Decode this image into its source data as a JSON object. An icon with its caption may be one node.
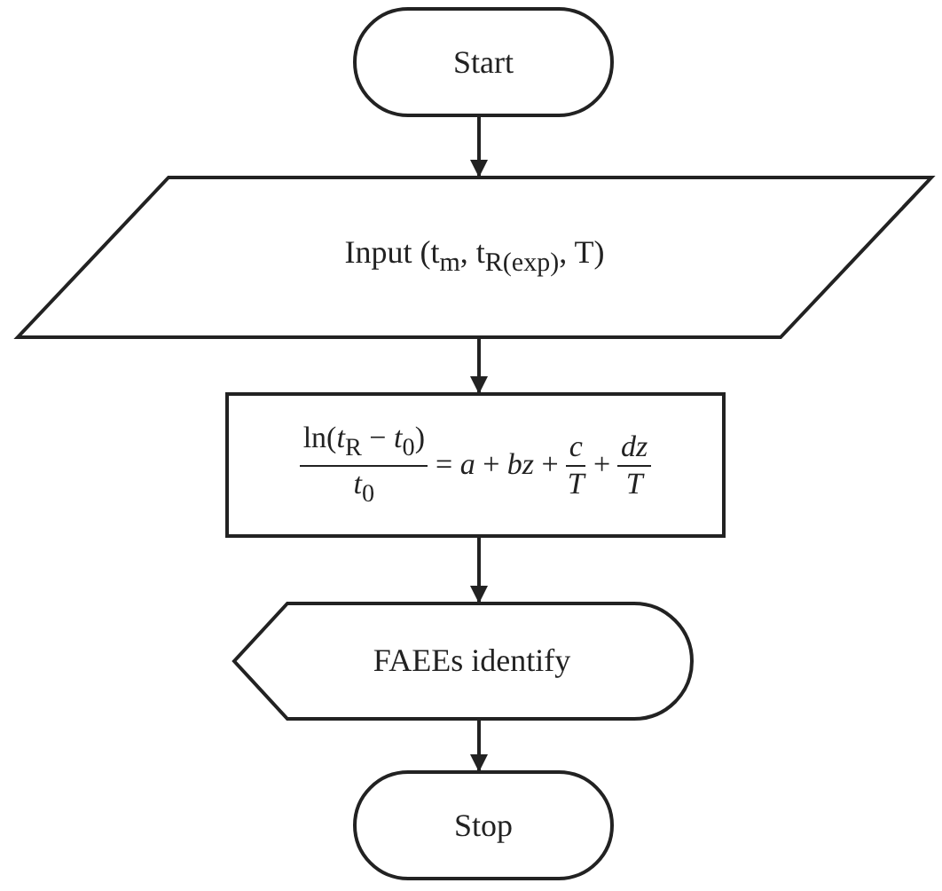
{
  "diagram": {
    "nodes": [
      {
        "text": [
          "Start"
        ]
      },
      {
        "text": [
          "Input (t$_{m}$, t$_{R(exp)}$, T)"
        ]
      },
      {
        "text": [
          "ln(*t*$_{R}$ − *t*$_{0}$)",
          "*t*$_{0}$",
          "= *a* + *bz* +",
          "*c*",
          "*T*",
          "+",
          "*dz*",
          "*T*"
        ]
      },
      {
        "text": [
          "FAEEs identify"
        ]
      },
      {
        "text": [
          "Stop"
        ]
      }
    ],
    "edges": [
      {
        "from": 0,
        "to": 1,
        "arrow": "to"
      },
      {
        "from": 1,
        "to": 2,
        "arrow": "to"
      },
      {
        "from": 2,
        "to": 3,
        "arrow": "to"
      },
      {
        "from": 3,
        "to": 4,
        "arrow": "to"
      }
    ]
  }
}
